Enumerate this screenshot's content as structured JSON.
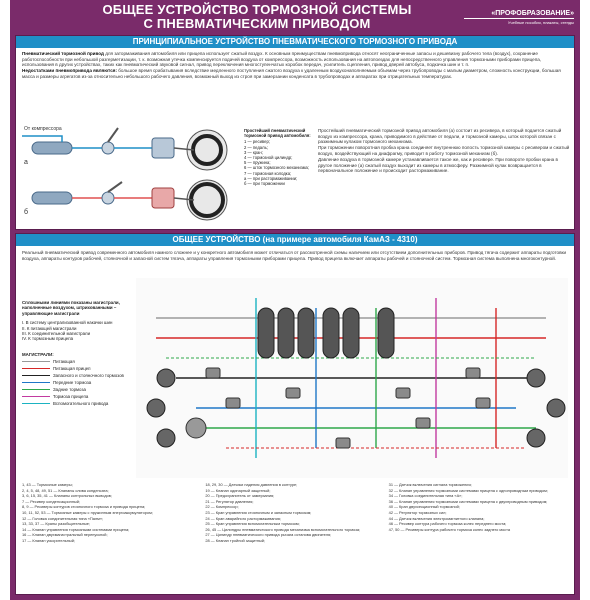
{
  "header": {
    "title_line1": "ОБЩЕЕ УСТРОЙСТВО ТОРМОЗНОЙ СИСТЕМЫ",
    "title_line2": "С ПНЕВМАТИЧЕСКИМ ПРИВОДОМ",
    "logo_name": "«ПРОФОБРАЗОВАНИЕ»",
    "logo_text": "Учебные пособия, плакаты, стенды"
  },
  "section1": {
    "heading": "ПРИНЦИПИАЛЬНОЕ УСТРОЙСТВО ПНЕВМАТИЧЕСКОГО ТОРМОЗНОГО ПРИВОДА",
    "intro_bold": "Пневматический тормозной привод",
    "intro_text": " для затормаживания автомобиля или прицепа использует сжатый воздух. К основным преимуществам пневмопривода относят неограниченные запасы и дешевизну рабочего тела (воздух), сохранение работоспособности при небольшой разгерметизации, т. к. возможная утечка компенсируется подачей воздуха от компрессора, возможность использования на автопоездах для непосредственного управления тормозными приборами прицепа, использования в других устройствах, таких как пневматический звуковой сигнал, привод переключения многоступенчатых коробок передач, усилитель сцепления, привод дверей автобуса, подкачка шин и т. п.",
    "disadv_bold": "Недостатками пневмопривода являются:",
    "disadv_text": " большое время срабатывания вследствие медленного поступления сжатого воздуха к удаленным воздухонаполняемым объемам через трубопроводы с малым диаметром, сложность конструкции, большая масса и размеры агрегатов из-за относительно небольшого рабочего давления, возможный выход из строя при замерзании конденсата в трубопроводах и аппаратах при отрицательных температурах.",
    "diagram_label_a": "а",
    "diagram_label_b": "б",
    "diagram_label_compressor": "От компрессора",
    "legend_title": "Простейший пневматический тормозной привод автомобиля:",
    "legend_items": [
      "1 — ресивер;",
      "2 — педаль;",
      "3 — кран;",
      "4 — тормозной цилиндр;",
      "5 — пружина;",
      "6 — шток тормозного механизма;",
      "7 — тормозная колодка;",
      "а — при растормаживании;",
      "б — при торможении"
    ],
    "right_paragraphs": [
      "Простейший пневматический тормозной привод автомобиля (а) состоит из ресивера, в который подается сжатый воздух из компрессора, крана, приводимого в действие от педали, и тормозной камеры, шток которой связан с разжимным кулаком тормозного механизма.",
      "При торможении поворотная пробка крана соединяет внутреннюю полость тормозной камеры с ресивером и сжатый воздух, воздействующий на диафрагму, приводит в работу тормозной механизм (б).",
      "Давление воздуха в тормозной камере устанавливается такое же, как и ресивере. При повороте пробки крана в другое положение (а) сжатый воздух выходит из камеры в атмосферу. Разжимной кулак возвращается в первоначальное положение и происходит растормаживание."
    ]
  },
  "section2": {
    "heading": "ОБЩЕЕ УСТРОЙСТВО (на примере автомобиля КамАЗ - 4310)",
    "intro": "Реальный пневматический привод современного автомобиля намного сложнее и у конкретного автомобиля может отличаться от рассмотренной схемы наличием или отсутствием дополнительных приборов. Привод тягача содержит аппараты подготовки воздуха, аппараты контуров рабочей, стояночной и запасной систем тягача, аппараты управления тормозными приборами прицепа. Привод прицепа включает аппараты рабочей и стояночной систем. Тормозная система выполнена многоконтурной.",
    "left_note": "Сплошными линиями показаны магистрали, наполненные воздухом, штрихованными – управляющие магистрали",
    "groups": [
      "I. В систему централизованной накачки шин",
      "II. К питающей магистрали",
      "III. К соединительной магистрали",
      "IV. К тормозным прицепа"
    ],
    "magistrals_title": "МАГИСТРАЛИ:",
    "magistrals": [
      {
        "label": "Питающая",
        "color": "#999999",
        "dash": false
      },
      {
        "label": "Питающая прицеп",
        "color": "#d62828",
        "dash": false
      },
      {
        "label": "Запасного и стояночного тормозов",
        "color": "#222222",
        "dash": false
      },
      {
        "label": "Передние тормоза",
        "color": "#1f77c7",
        "dash": false
      },
      {
        "label": "Задние тормоза",
        "color": "#2ea84a",
        "dash": false
      },
      {
        "label": "Тормоза прицепа",
        "color": "#c23aa0",
        "dash": false
      },
      {
        "label": "Вспомогательного привода",
        "color": "#1bb3c2",
        "dash": false
      }
    ],
    "list_columns": [
      [
        "1, 43 — Тормозные камеры;",
        "2, 4, 5, 48, 49, 51 — Клапаны слива конденсата;",
        "3, 6, 15, 35, 41 — Клапаны контрольных выводов;",
        "7 — Ресивер конденсационный;",
        "8, 9 — Ресиверы контуров стояночного тормоза и привода прицепа;",
        "10, 11, 52, 53 — Тормозные камеры с пружинным энергоаккумулятором;",
        "12 — Головка соединительная типа «Палм»;",
        "13, 33, 37 — Краны разобщительные;",
        "14 — Клапан управления тормозными системами прицепа;",
        "16 — Клапан двухмагистральный перепускной;",
        "17 — Клапан ускорительный;"
      ],
      [
        "18, 29, 30 — Датчики падения давления в контуре;",
        "19 — Клапан одинарный защитный;",
        "20 — Предохранитель от замерзания;",
        "21 — Регулятор давления;",
        "22 — Компрессор;",
        "23 — Кран управления стояночным и запасным тормозом;",
        "24 — Кран аварийного растормаживания;",
        "25 — Кран управления вспомогательным тормозом;",
        "26, 45 — Цилиндры пневматического привода механизма вспомогательного тормоза;",
        "27 — Цилиндр пневматического привода рычага останова двигателя;",
        "28 — Клапан тройной защитный;"
      ],
      [
        "31 — Датчик включения сигнала торможения;",
        "32 — Клапан управления тормозными системами прицепа с однопроводным приводом;",
        "34 — Головка соединительная типа «А»;",
        "36 — Клапан управления тормозными системами прицепа с двухпроводным приводом;",
        "40 — Кран двухсекционный тормозной;",
        "42 — Регулятор тормозных сил;",
        "44 — Датчик включения электромагнитного клапана;",
        "46 — Ресивер контура рабочего тормоза колес переднего моста;",
        "47, 50 — Ресиверы контура рабочего тормоза колес заднего моста"
      ]
    ]
  }
}
